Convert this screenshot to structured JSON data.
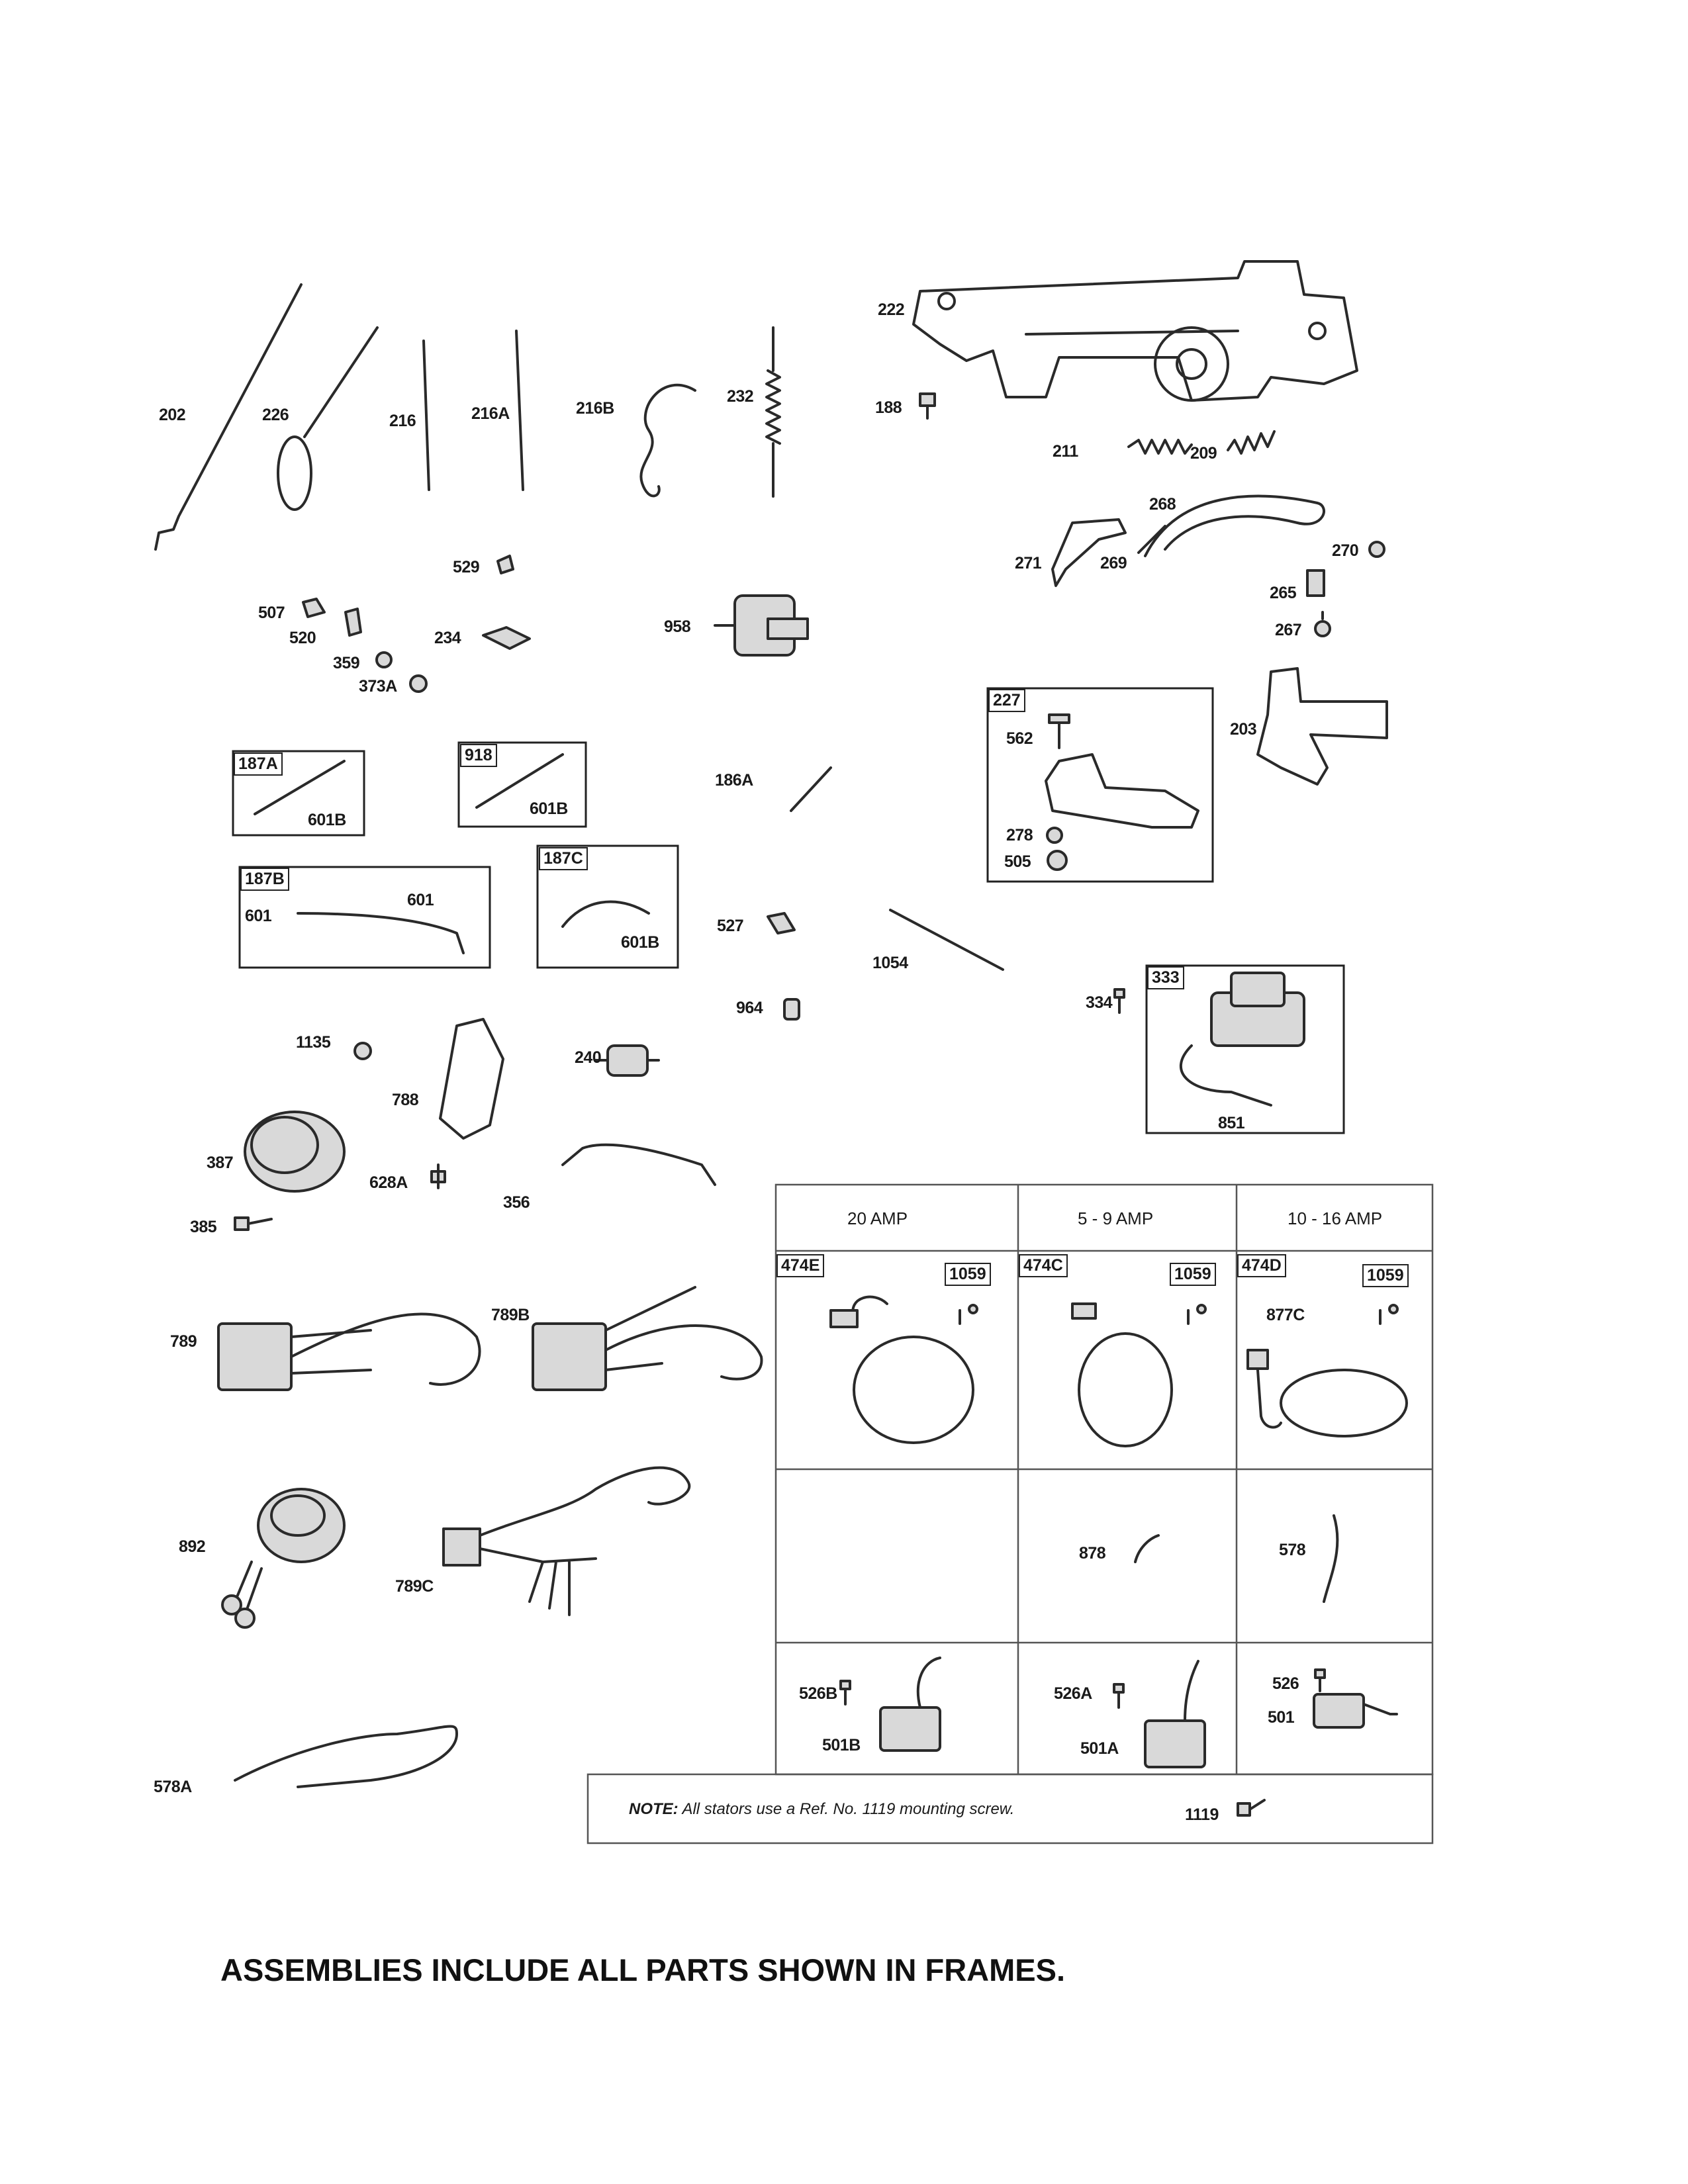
{
  "labels": {
    "l202": "202",
    "l226": "226",
    "l216": "216",
    "l216A": "216A",
    "l216B": "216B",
    "l232": "232",
    "l222": "222",
    "l188": "188",
    "l211": "211",
    "l209": "209",
    "l268": "268",
    "l270": "270",
    "l271": "271",
    "l269": "269",
    "l265": "265",
    "l267": "267",
    "l529": "529",
    "l507": "507",
    "l520": "520",
    "l234": "234",
    "l359": "359",
    "l373A": "373A",
    "l958": "958",
    "l203": "203",
    "l562": "562",
    "l278": "278",
    "l505": "505",
    "l186A": "186A",
    "l601B_1": "601B",
    "l601B_2": "601B",
    "l601_1": "601",
    "l601_2": "601",
    "l601B_3": "601B",
    "l527": "527",
    "l1054": "1054",
    "l964": "964",
    "l334": "334",
    "l851": "851",
    "l1135": "1135",
    "l240": "240",
    "l788": "788",
    "l387": "387",
    "l628A": "628A",
    "l356": "356",
    "l385": "385",
    "l789": "789",
    "l789B": "789B",
    "l892": "892",
    "l789C": "789C",
    "l578A": "578A",
    "l877C": "877C",
    "l878": "878",
    "l578": "578",
    "l526B": "526B",
    "l501B": "501B",
    "l526A": "526A",
    "l501A": "501A",
    "l526": "526",
    "l501": "501",
    "l1119": "1119"
  },
  "boxed": {
    "b187A": "187A",
    "b918": "918",
    "b187B": "187B",
    "b187C": "187C",
    "b227": "227",
    "b333": "333",
    "b474E": "474E",
    "b474C": "474C",
    "b474D": "474D",
    "b1059_1": "1059",
    "b1059_2": "1059",
    "b1059_3": "1059"
  },
  "table": {
    "headers": [
      "20 AMP",
      "5 - 9 AMP",
      "10 - 16 AMP"
    ],
    "note_bold": "NOTE:",
    "note_text": " All stators use a Ref. No. 1119 mounting screw."
  },
  "footer": "ASSEMBLIES INCLUDE ALL PARTS SHOWN IN FRAMES."
}
